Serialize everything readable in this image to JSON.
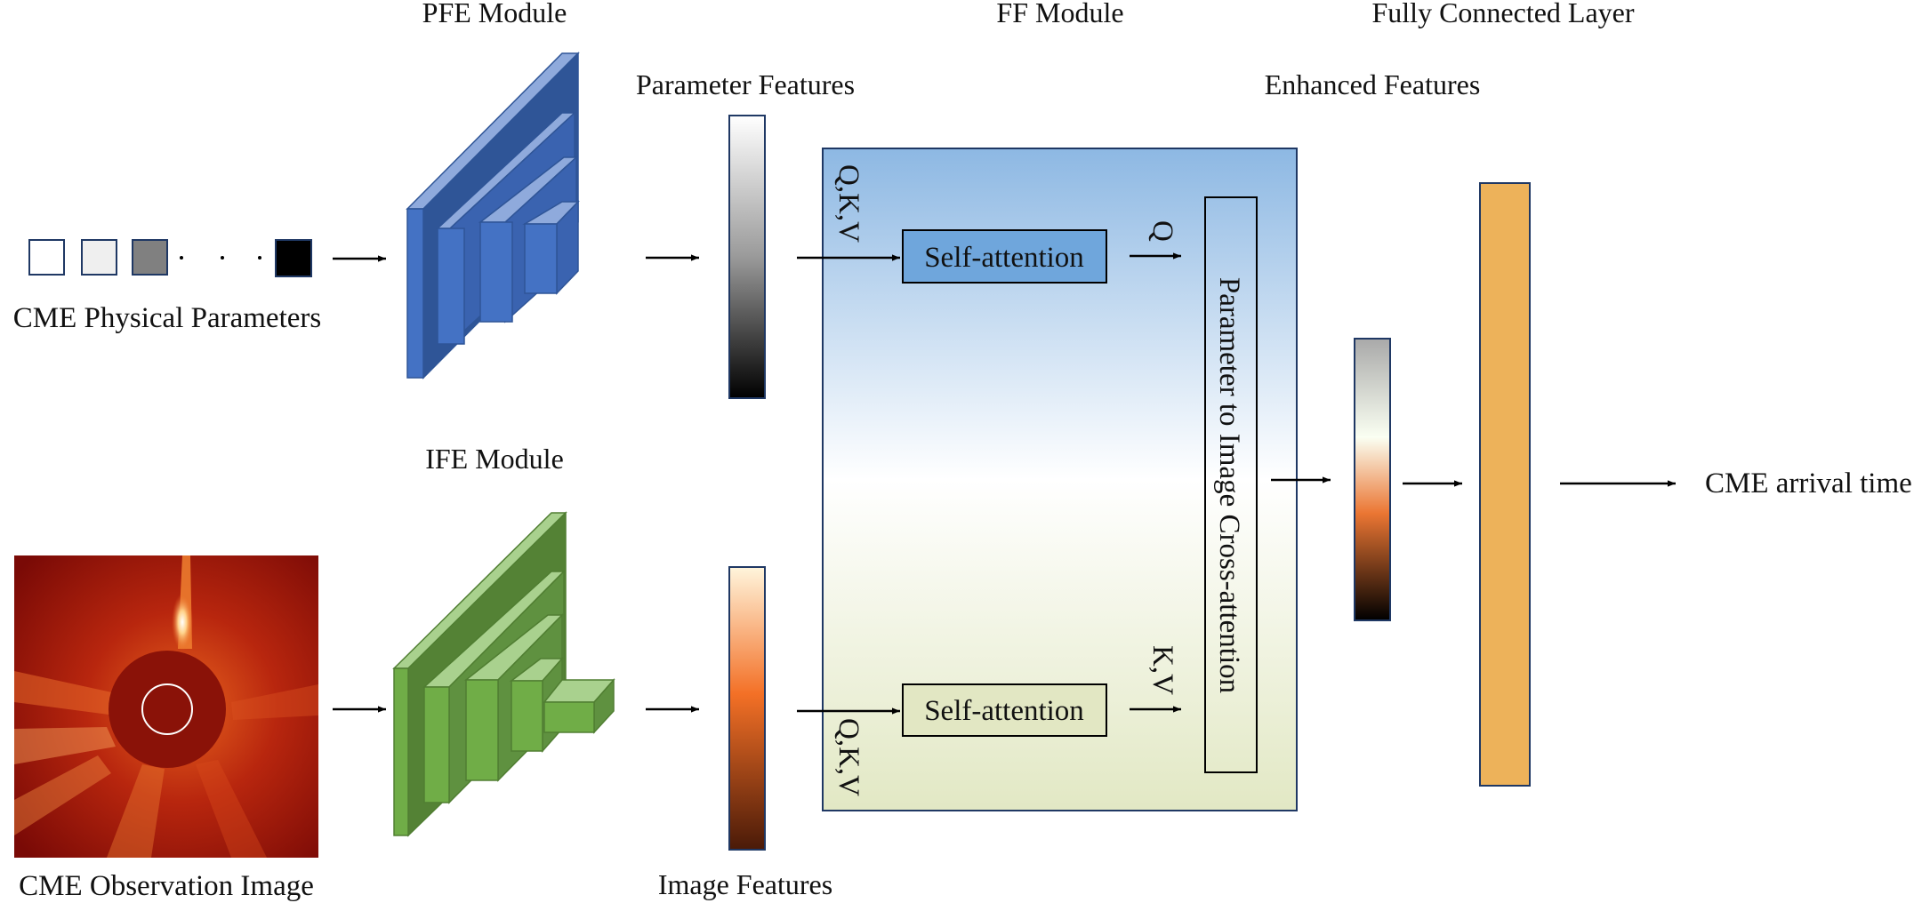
{
  "titles": {
    "pfe": "PFE Module",
    "ff": "FF Module",
    "fc": "Fully Connected Layer",
    "ife": "IFE Module"
  },
  "labels": {
    "param_features": "Parameter Features",
    "enhanced_features": "Enhanced Features",
    "cme_params": "CME Physical Parameters",
    "cme_image": "CME Observation Image",
    "image_features": "Image Features",
    "output": "CME arrival time"
  },
  "ff_module": {
    "self_attention_top": "Self-attention",
    "self_attention_bottom": "Self-attention",
    "cross_attention": "Parameter to Image Cross-attention",
    "qkv_top": "Q,K,V",
    "qkv_bottom": "Q,K,V",
    "q": "Q",
    "kv": "K,V"
  },
  "colors": {
    "pfe_blue": "#4472C4",
    "ife_green": "#70AD47",
    "fc_orange": "#EDB25A",
    "ff_gradient_top": "#8DB8E3",
    "ff_gradient_bottom": "#E2E8C4",
    "self_attention_top_fill": "#6FA6DC",
    "self_attention_bottom_fill": "#E2E7C3"
  }
}
